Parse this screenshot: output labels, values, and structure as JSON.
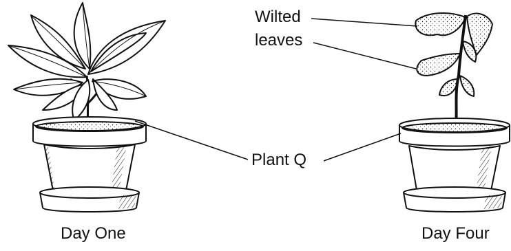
{
  "labels": {
    "wilted_line1": "Wilted",
    "wilted_line2": "leaves",
    "plant_q": "Plant Q",
    "day_one": "Day One",
    "day_four": "Day Four"
  },
  "colors": {
    "ink": "#111111",
    "background": "#ffffff"
  }
}
